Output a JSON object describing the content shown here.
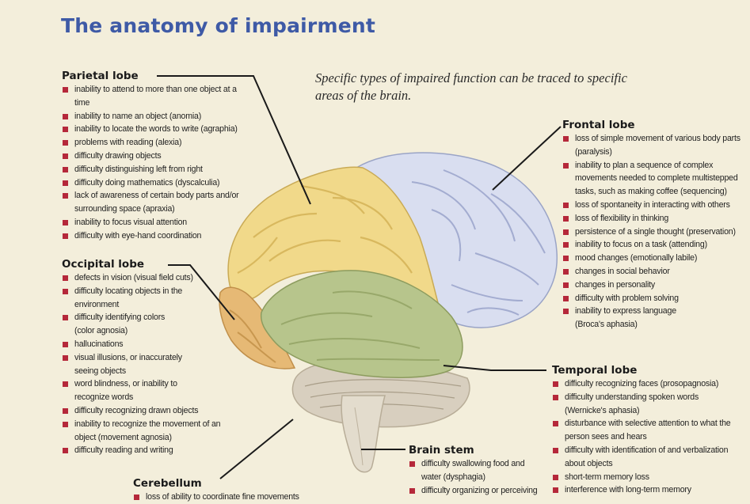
{
  "title": "The anatomy of impairment",
  "subtitle": "Specific types of impaired function can be traced to specific areas of the brain.",
  "colors": {
    "title": "#3e5aa6",
    "bullet": "#b5283a",
    "parietal": "#f1d98a",
    "frontal": "#d9def0",
    "temporal": "#b7c58c",
    "occipital": "#e6b975",
    "cerebellum": "#d8cfbf",
    "brainstem": "#e3dccd",
    "background": "#f3eedb"
  },
  "sections": {
    "parietal": {
      "heading": "Parietal lobe",
      "items": [
        "inability to attend to more than one object at a time",
        "inability to name an object (anomia)",
        "inability to locate the words to write (agraphia)",
        "problems with reading (alexia)",
        "difficulty drawing objects",
        "difficulty distinguishing left from right",
        "difficulty doing mathematics (dyscalculia)",
        "lack of awareness of certain body parts and/or surrounding space (apraxia)",
        "inability to focus visual attention",
        "difficulty with eye-hand coordination"
      ]
    },
    "occipital": {
      "heading": "Occipital lobe",
      "items": [
        "defects in vision (visual field cuts)",
        "difficulty locating objects in the environment",
        "difficulty identifying colors (color agnosia)",
        "hallucinations",
        "visual illusions, or inaccurately seeing objects",
        "word blindness, or inability to recognize words",
        "difficulty recognizing drawn objects",
        "inability to recognize the movement of an object (movement agnosia)",
        "difficulty reading and writing"
      ]
    },
    "frontal": {
      "heading": "Frontal lobe",
      "items": [
        "loss of simple movement of various body parts (paralysis)",
        "inability to plan a sequence of complex movements needed to complete multistepped tasks, such as making coffee (sequencing)",
        "loss of spontaneity in interacting with others",
        "loss of flexibility in thinking",
        "persistence of a single thought (preservation)",
        "inability to focus on a task (attending)",
        "mood changes (emotionally labile)",
        "changes in social behavior",
        "changes in personality",
        "difficulty with problem solving",
        "inability to express language (Broca's aphasia)"
      ]
    },
    "temporal": {
      "heading": "Temporal lobe",
      "items": [
        "difficulty recognizing faces (prosopagnosia)",
        "difficulty understanding spoken words (Wernicke's aphasia)",
        "disturbance with selective attention to what the person sees and hears",
        "difficulty with identification of and verbalization about objects",
        "short-term memory loss",
        "interference with long-term memory"
      ]
    },
    "brainstem": {
      "heading": "Brain stem",
      "items": [
        "difficulty swallowing food and water (dysphagia)",
        "difficulty organizing or perceiving"
      ]
    },
    "cerebellum": {
      "heading": "Cerebellum",
      "items": [
        "loss of ability to coordinate fine movements"
      ]
    }
  }
}
